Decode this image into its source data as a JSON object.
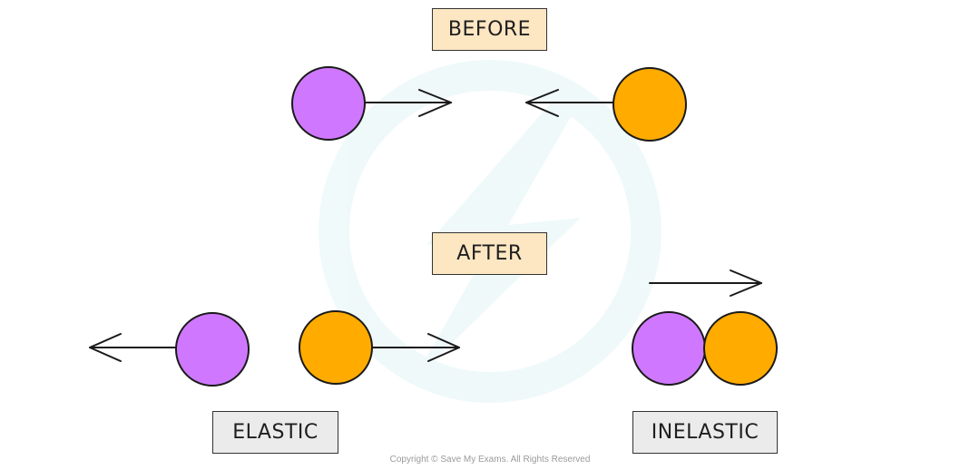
{
  "labels": {
    "before": "BEFORE",
    "after": "AFTER",
    "elastic": "ELASTIC",
    "inelastic": "INELASTIC"
  },
  "copyright": "Copyright © Save My Exams. All Rights Reserved",
  "colors": {
    "ball_purple": "#cf78ff",
    "ball_orange": "#ffab00",
    "stage_box": "#fde7c3",
    "type_box": "#ebebeb",
    "outline": "#1a1a1a"
  },
  "icons": {
    "watermark": "save-my-exams-logo-watermark"
  }
}
